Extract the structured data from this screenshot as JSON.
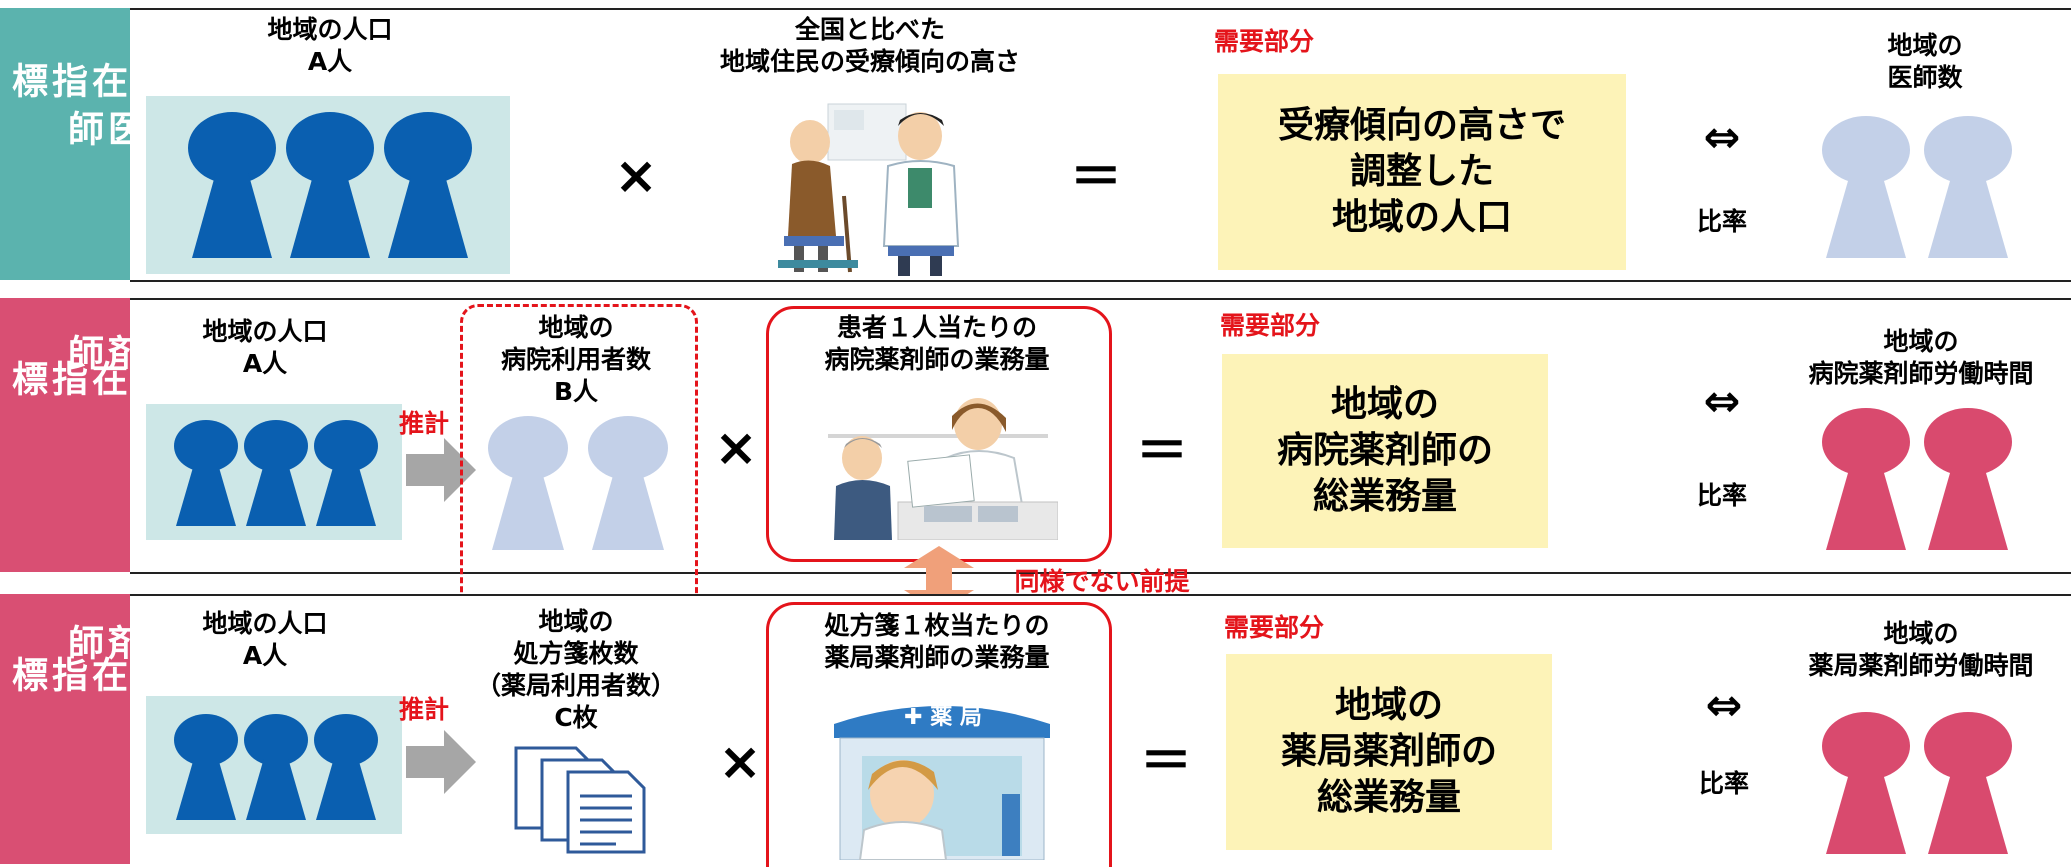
{
  "rows": {
    "doctor": {
      "side_label_a": "偏在指標",
      "side_label_b": "医師",
      "population_label": "地域の人口\nA人",
      "tendency_label": "全国と比べた\n地域住民の受療傾向の高さ",
      "demand_label": "需要部分",
      "demand_box": "受療傾向の高さで\n調整した\n地域の人口",
      "result_label": "地域の\n医師数",
      "ratio_label": "比率"
    },
    "hospital": {
      "side_label_a": "偏在指標",
      "side_label_b": "病院薬剤師",
      "population_label": "地域の人口\nA人",
      "estimate_label": "推計",
      "users_label": "地域の\n病院利用者数\nB人",
      "work_label": "患者１人当たりの\n病院薬剤師の業務量",
      "demand_label": "需要部分",
      "demand_box": "地域の\n病院薬剤師の\n総業務量",
      "result_label": "地域の\n病院薬剤師労働時間",
      "ratio_label": "比率"
    },
    "pharmacy": {
      "side_label_a": "偏在指標",
      "side_label_b": "薬局薬剤師",
      "population_label": "地域の人口\nA人",
      "estimate_label": "推計",
      "users_label": "地域の\n処方箋枚数\n（薬局利用者数）\nC枚",
      "work_label": "処方箋１枚当たりの\n薬局薬剤師の業務量",
      "store_sign": "✚ 薬 局",
      "demand_label": "需要部分",
      "demand_box": "地域の\n薬局薬剤師の\n総業務量",
      "result_label": "地域の\n薬局薬剤師労働時間",
      "ratio_label": "比率"
    }
  },
  "operators": {
    "times": "×",
    "equals": "＝",
    "iff": "⇔"
  },
  "premise_label": "同様でない前提",
  "colors": {
    "teal": "#5bb3ae",
    "pink": "#d94f73",
    "blue_person": "#0a5fb0",
    "light_person": "#c3d0e8",
    "pink_person": "#d94a6e",
    "red": "#e4141b",
    "arrow_gray": "#a6a6a6",
    "premise_arrow": "#f0a07a"
  }
}
